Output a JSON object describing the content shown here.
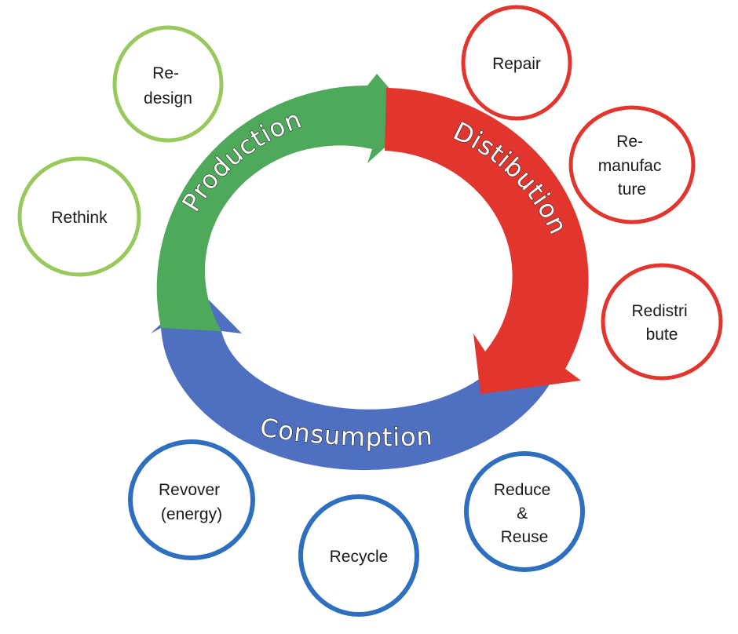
{
  "colors": {
    "green": "#4eaa5a",
    "green_ring": "#97c95c",
    "red": "#e2352e",
    "red_ring": "#e2352e",
    "blue": "#4f6fc0",
    "blue_ring": "#2f6fbf"
  },
  "cycle": {
    "production": "Production",
    "distribution": "Distibution",
    "consumption": "Consumption"
  },
  "circles": {
    "redesign": [
      "Re-",
      "design"
    ],
    "rethink": [
      "Rethink"
    ],
    "repair": [
      "Repair"
    ],
    "remanufacture": [
      "Re-",
      "manufac",
      "ture"
    ],
    "redistribute": [
      "Redistri",
      "bute"
    ],
    "reduce_reuse": [
      "Reduce",
      "&",
      "Reuse"
    ],
    "recycle": [
      "Recycle"
    ],
    "recover": [
      "Revover",
      "(energy)"
    ]
  }
}
